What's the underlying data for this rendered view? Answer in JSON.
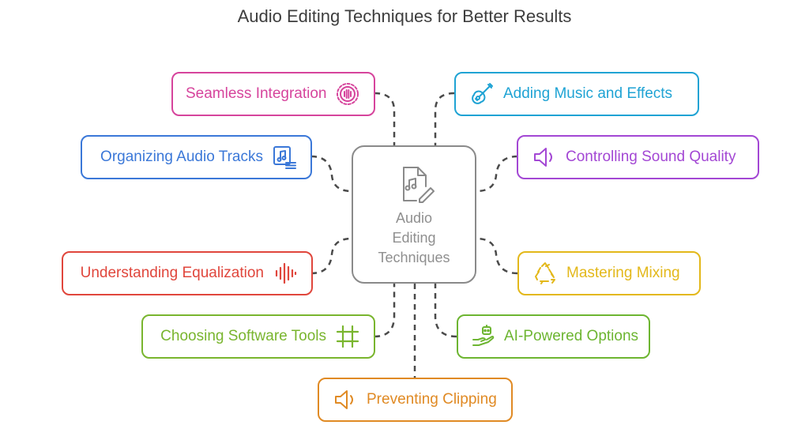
{
  "title": "Audio Editing Techniques for Better Results",
  "center": {
    "label": "Audio\nEditing\nTechniques",
    "icon": "music-document-edit-icon"
  },
  "nodes": [
    {
      "id": "seamless",
      "label": "Seamless Integration",
      "icon": "circular-sound-icon",
      "color": "#d6449c"
    },
    {
      "id": "organizing",
      "label": "Organizing Audio Tracks",
      "icon": "music-file-list-icon",
      "color": "#3b78d8"
    },
    {
      "id": "equalization",
      "label": "Understanding Equalization",
      "icon": "sound-wave-icon",
      "color": "#e0463c"
    },
    {
      "id": "software",
      "label": "Choosing Software Tools",
      "icon": "crop-tools-icon",
      "color": "#79b52e"
    },
    {
      "id": "clipping",
      "label": "Preventing Clipping",
      "icon": "speaker-icon",
      "color": "#e08a24"
    },
    {
      "id": "music",
      "label": "Adding Music and Effects",
      "icon": "guitar-icon",
      "color": "#1fa3d4"
    },
    {
      "id": "quality",
      "label": "Controlling Sound Quality",
      "icon": "speaker-icon",
      "color": "#a347d4"
    },
    {
      "id": "mastering",
      "label": "Mastering Mixing",
      "icon": "recycle-icon",
      "color": "#e3b81a"
    },
    {
      "id": "ai",
      "label": "AI-Powered Options",
      "icon": "robot-hand-icon",
      "color": "#6db531"
    }
  ]
}
